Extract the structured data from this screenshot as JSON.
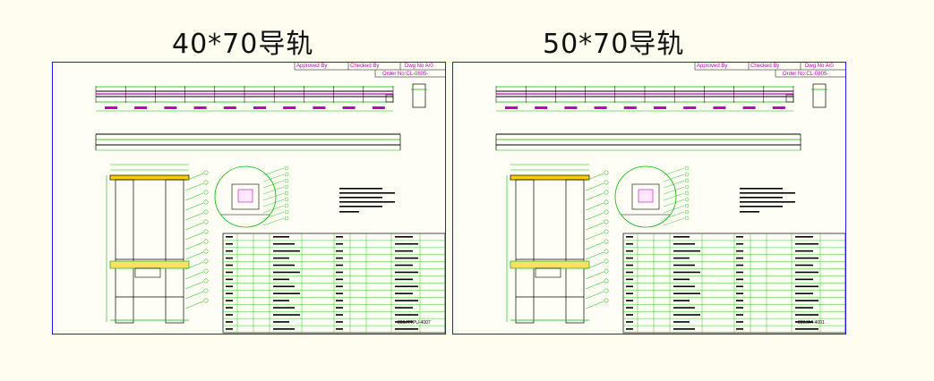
{
  "drawings": [
    {
      "title": "40*70导轨",
      "header": {
        "approved": "Approved By",
        "checked": "Checked By",
        "drawing_no": "Dwg No A/0",
        "order": "Order No:CL-0805-"
      },
      "footer_code": "200JTTPU-4007"
    },
    {
      "title": "50*70导轨",
      "header": {
        "approved": "Approved By",
        "checked": "Checked By",
        "drawing_no": "Dwg No A/0",
        "order": "Order No:CL-0805-"
      },
      "footer_code": "200JA4-4001"
    }
  ],
  "colors": {
    "frame": "#1a1aff",
    "lines": "#00bb00",
    "accent": "#c000c0",
    "ink": "#000000",
    "highlight": "#ffcc00"
  }
}
